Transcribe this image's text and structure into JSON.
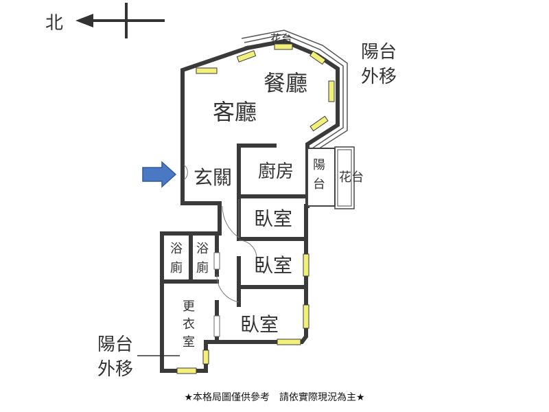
{
  "compass": {
    "north_label": "北"
  },
  "rooms": {
    "living": "客廳",
    "dining": "餐廳",
    "entry": "玄關",
    "kitchen": "廚房",
    "balcony_small": "陽台",
    "planter_top": "花台",
    "planter_right": "花台",
    "bedroom_1": "臥室",
    "bedroom_2": "臥室",
    "bedroom_3": "臥室",
    "bath_1": "浴廁",
    "bath_2": "浴廁",
    "closet": "更衣室"
  },
  "notes": {
    "balcony_moved_top": [
      "陽台",
      "外移"
    ],
    "balcony_moved_bottom": [
      "陽台",
      "外移"
    ]
  },
  "footer": {
    "text": "★本格局圖僅供參考　請依實際現況為主★"
  },
  "colors": {
    "wall": "#3a3a3a",
    "window": "#f2ef7a",
    "arrow": "#4a78c2"
  }
}
